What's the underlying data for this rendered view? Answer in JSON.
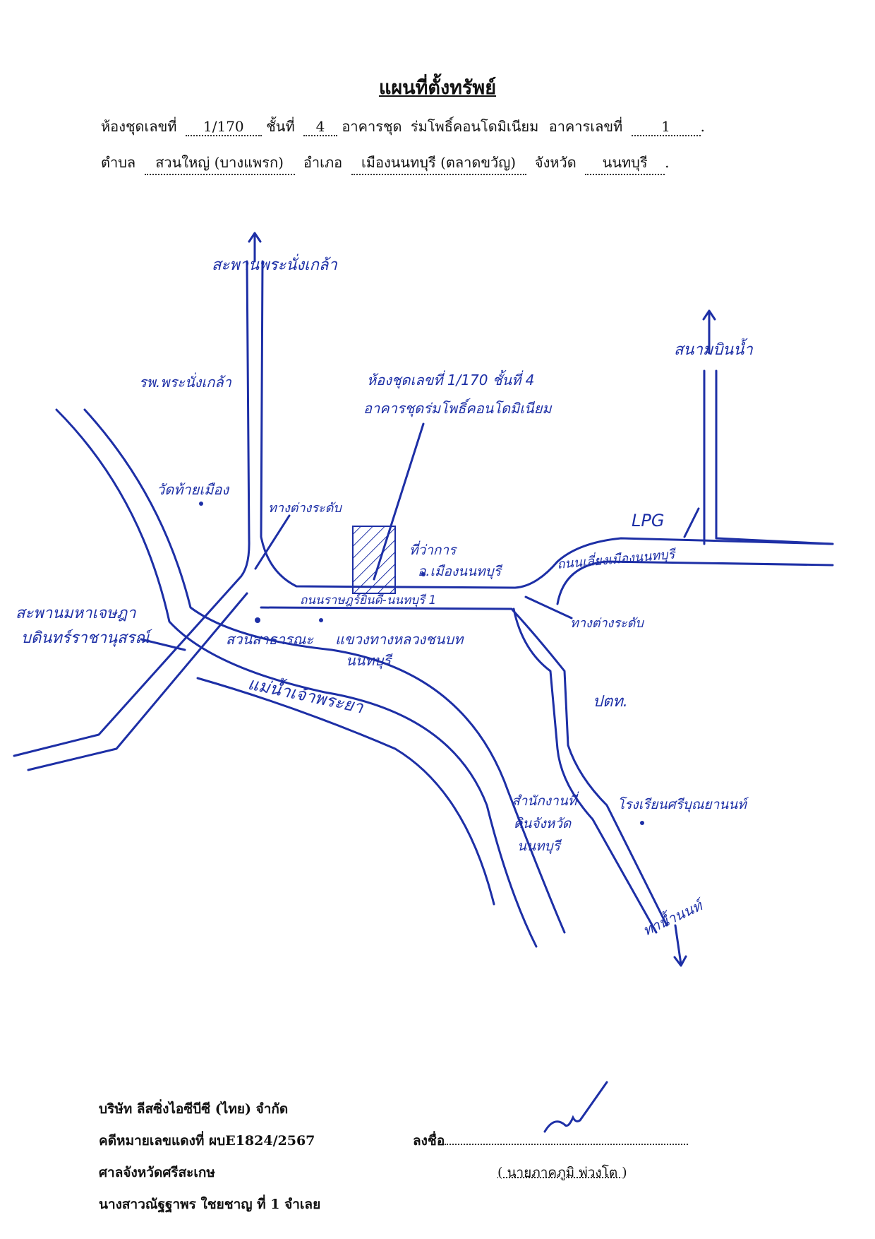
{
  "header": {
    "title": "แผนที่ตั้งทรัพย์",
    "line1": {
      "unit_label": "ห้องชุดเลขที่",
      "unit_value": "1/170",
      "floor_label": "ชั้นที่",
      "floor_value": "4",
      "building_name_label": "อาคารชุด",
      "building_name_value": "ร่มโพธิ์คอนโดมิเนียม",
      "building_no_label": "อาคารเลขที่",
      "building_no_value": "1",
      "end": "."
    },
    "line2": {
      "subdistrict_label": "ตำบล",
      "subdistrict_value": "สวนใหญ่ (บางแพรก)",
      "district_label": "อำเภอ",
      "district_value": "เมืองนนทบุรี (ตลาดขวัญ)",
      "province_label": "จังหวัด",
      "province_value": "นนทบุรี",
      "end": "."
    }
  },
  "map": {
    "labels": {
      "bridge_north": "สะพานพระนั่งเกล้า",
      "hospital": "รพ.พระนั่งเกล้า",
      "temple": "วัดท้ายเมือง",
      "entrance_left": "ทางต่างระดับ",
      "property_note_1": "ห้องชุดเลขที่ 1/170 ชั้นที่ 4",
      "property_note_2": "อาคารชุดร่มโพธิ์คอนโดมิเนียม",
      "tambon_office_1": "ที่ว่าการ",
      "tambon_office_2": "อ.เมืองนนทบุรี",
      "main_road": "ถนนราษฎร์ยินดี-นนทบุรี 1",
      "bridge_left_1": "สะพานมหาเจษฎา",
      "bridge_left_2": "บดินทร์ราชานุสรณ์",
      "park_1": "สวนสาธารณะ",
      "park_2": "แขวงทางหลวงชนบท",
      "park_3": "นนทบุรี",
      "river": "แม่น้ำเจ้าพระยา",
      "airport": "สนามบินน้ำ",
      "lpg": "LPG",
      "bypass_road": "ถนนเลี่ยงเมืองนนทบุรี",
      "entrance_right": "ทางต่างระดับ",
      "ptt": "ปตท.",
      "land_office_1": "สำนักงานที่",
      "land_office_2": "ดินจังหวัด",
      "land_office_3": "นนทบุรี",
      "school": "โรงเรียนศรีบุณยานนท์",
      "pier": "ท่าน้ำนนท์"
    }
  },
  "footer": {
    "company": "บริษัท ลีสซิ่งไอซีบีซี (ไทย) จำกัด",
    "case_no": "คดีหมายเลขแดงที่ ผบE1824/2567",
    "court": "ศาลจังหวัดศรีสะเกษ",
    "defendant": "นางสาวณัฐฐาพร ใชยชาญ ที่ 1 จำเลย",
    "sign_label": "ลงชื่อ",
    "signer": "( นายภาคภูมิ พ่วงโต )"
  }
}
